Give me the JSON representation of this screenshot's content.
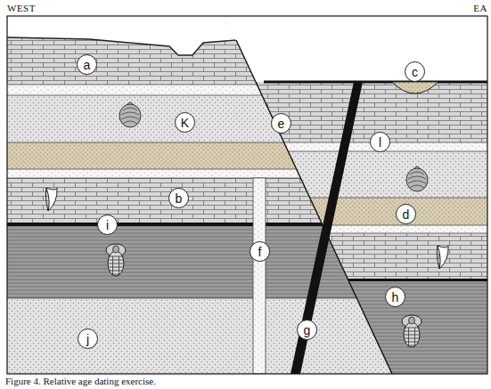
{
  "diagram": {
    "caption": "Figure 4. Relative age dating exercise.",
    "nodes": [
      {
        "text": [
          "a"
        ]
      },
      {
        "text": [
          "K"
        ]
      },
      {
        "text": [
          "c"
        ]
      },
      {
        "text": [
          "e"
        ]
      },
      {
        "text": [
          "l"
        ]
      },
      {
        "text": [
          "d"
        ]
      },
      {
        "text": [
          "b"
        ]
      },
      {
        "text": [
          "i"
        ]
      },
      {
        "text": [
          "f"
        ]
      },
      {
        "text": [
          "h"
        ]
      },
      {
        "text": [
          "j"
        ]
      },
      {
        "text": [
          "g"
        ]
      }
    ],
    "labels": [
      "WEST",
      "EA"
    ]
  }
}
